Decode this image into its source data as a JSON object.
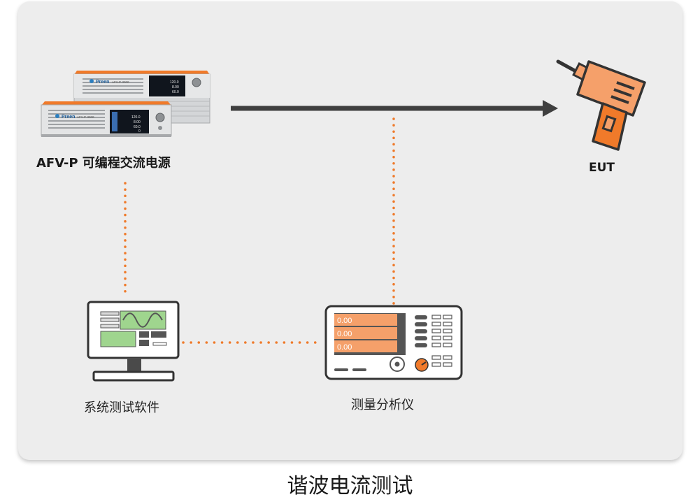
{
  "diagram": {
    "title": "谐波电流测试",
    "nodes": {
      "power_source": {
        "label": "AFV-P 可编程交流电源",
        "brand": "Preen",
        "model_top": "AFV-P-3000",
        "model_bottom": "AFV-P-3000",
        "display_values": [
          "120.0",
          "8.00",
          "60.0",
          "0"
        ]
      },
      "eut": {
        "label": "EUT"
      },
      "software": {
        "label": "系统测试软件"
      },
      "analyzer": {
        "label": "测量分析仪",
        "readings": [
          "0.00",
          "0.00",
          "0.00"
        ]
      }
    },
    "edges": [
      {
        "from": "power_source",
        "to": "eut",
        "style": "solid-arrow"
      },
      {
        "from": "analyzer",
        "to": "power_line",
        "style": "dotted"
      },
      {
        "from": "power_source",
        "to": "software",
        "style": "dotted"
      },
      {
        "from": "software",
        "to": "analyzer",
        "style": "dotted"
      }
    ],
    "colors": {
      "accent": "#ef7a2a",
      "device_orange": "#f5a06a",
      "arrow": "#3f3f3f",
      "panel": "#ededed",
      "screen_green": "#9fd58e"
    }
  }
}
